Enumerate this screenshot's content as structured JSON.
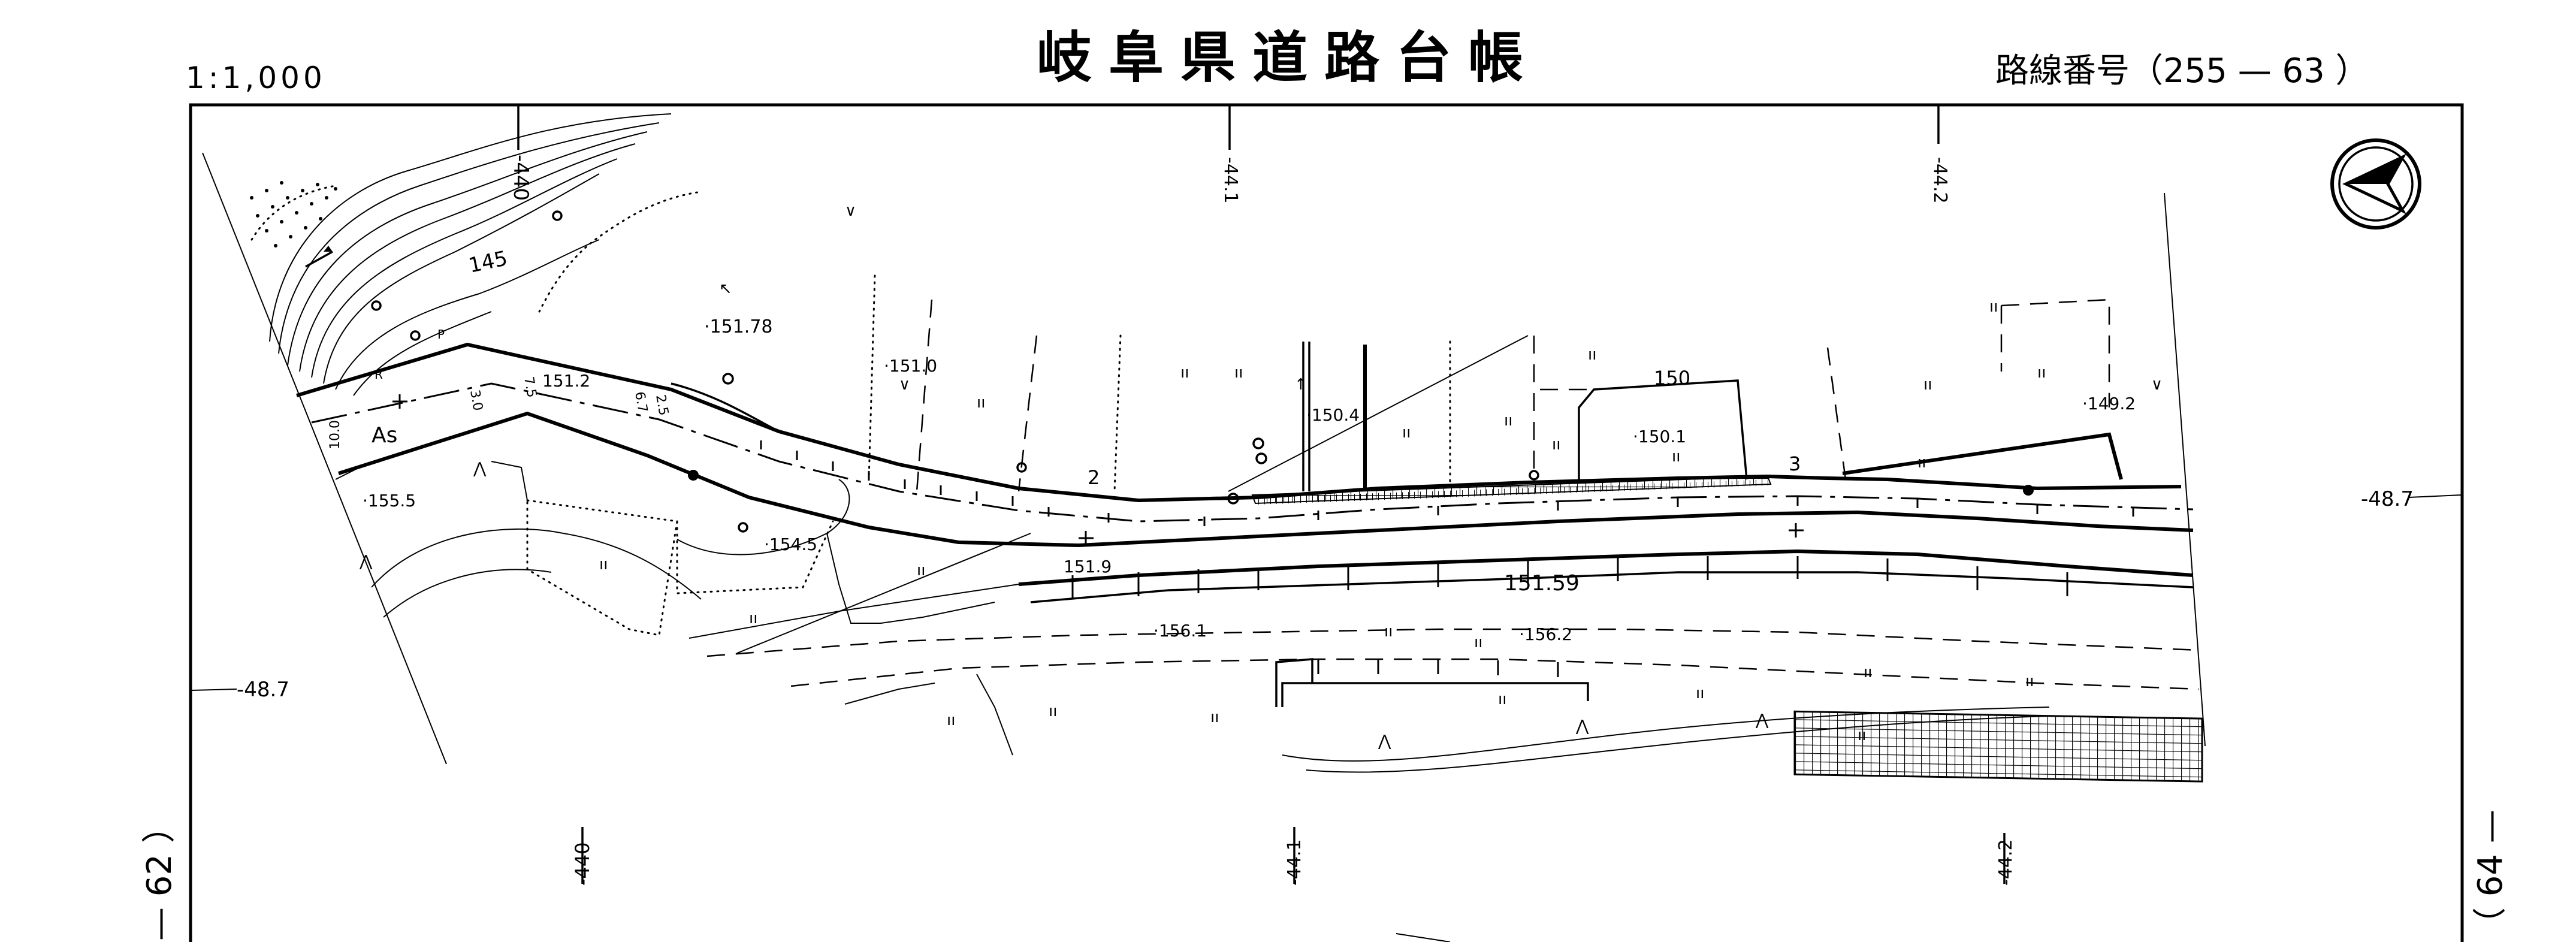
{
  "header": {
    "scale": "1:1,000",
    "title": "岐阜県道路台帳",
    "route_number": "路線番号（255 — 63 ）"
  },
  "sheet_refs": {
    "left": "— 62 ）",
    "right": "（ 64 —"
  },
  "stations": {
    "top": [
      "-440",
      "-44.1",
      "-44.2"
    ],
    "bottom": [
      "-440",
      "-44.1",
      "-44.2"
    ]
  },
  "edge_marks": {
    "left": "-48.7",
    "right": "-48.7"
  },
  "spot_heights": {
    "h1": "·151.78",
    "h2": "·151.0",
    "h3": "·150.4",
    "h4": "·150.1",
    "h5": "·149.2",
    "h6": "151.2",
    "h7": "·155.5",
    "h8": "·154.5",
    "h9": "151.9",
    "h10": "151.59",
    "h11": "·156.1",
    "h12": "·156.2"
  },
  "contours": {
    "c145": "145",
    "c150": "150"
  },
  "road_labels": {
    "surface": "As",
    "width_1": "10.0",
    "width_2": "3.0",
    "width_3": "7.5",
    "width_4": "6.7",
    "width_5": "2.5",
    "r_mark": "R",
    "p_mark": "P"
  },
  "point_numbers": {
    "n2": "2",
    "n3": "3"
  },
  "north_arrow": "north-arrow-icon"
}
